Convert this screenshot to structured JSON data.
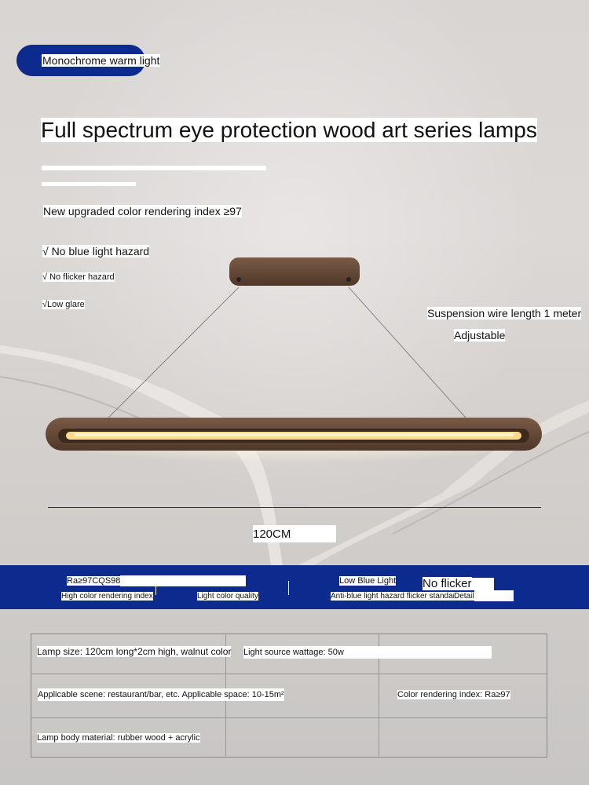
{
  "header": {
    "badge": "Monochrome warm light",
    "title": "Full spectrum eye protection wood art series lamps"
  },
  "features": {
    "color_rendering": "New upgraded color rendering index ≥97",
    "no_blue_light": "√ No blue light hazard",
    "no_flicker": "√ No flicker hazard",
    "low_glare": "√Low glare"
  },
  "suspension": {
    "wire_length": "Suspension wire length 1 meter",
    "adjustable": "Adjustable"
  },
  "dimension": {
    "length_label": "120CM"
  },
  "band": {
    "item1_value": "Ra≥97CQS98",
    "item1_label": "High color rendering index",
    "item2_label": "Light color quality",
    "item3_value": "Low Blue Light",
    "item3_label": "Anti-blue light hazard flicker standard",
    "item4_value": "No flicker",
    "item4_label": "Detail"
  },
  "specs": {
    "lamp_size": "Lamp size: 120cm long*2cm high, walnut color",
    "wattage": "Light source wattage: 50w",
    "scene": "Applicable scene: restaurant/bar, etc. Applicable space: 10-15m²",
    "cri": "Color rendering index: Ra≥97",
    "material": "Lamp body material: rubber wood + acrylic"
  },
  "colors": {
    "brand_blue": "#0d2a8f",
    "wood": "#6b4e3d",
    "light_glow": "#ffd98a"
  }
}
